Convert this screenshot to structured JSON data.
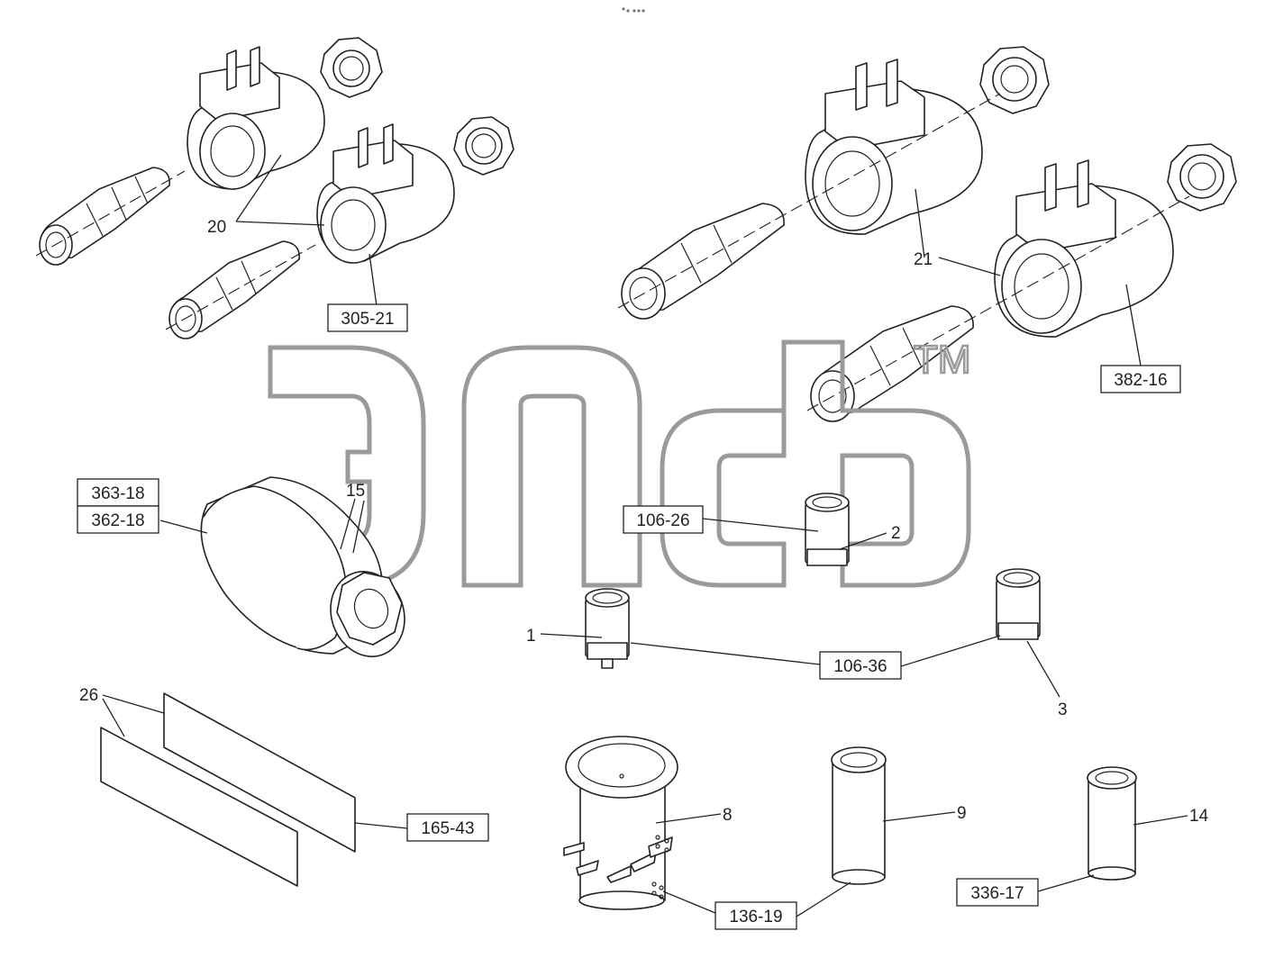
{
  "watermark": {
    "trademark": "TM"
  },
  "callouts": {
    "c20": "20",
    "c21": "21",
    "c15": "15",
    "c2": "2",
    "c1": "1",
    "c3": "3",
    "c26": "26",
    "c8": "8",
    "c9": "9",
    "c14": "14"
  },
  "part_numbers": {
    "p305_21": "305-21",
    "p382_16": "382-16",
    "p363_18": "363-18",
    "p362_18": "362-18",
    "p106_26": "106-26",
    "p106_36": "106-36",
    "p165_43": "165-43",
    "p136_19": "136-19",
    "p336_17": "336-17"
  },
  "colors": {
    "line": "#222222",
    "watermark": "#9a9a9a",
    "background": "#ffffff"
  },
  "icons": {
    "toolbar": "more-dots-icon"
  }
}
